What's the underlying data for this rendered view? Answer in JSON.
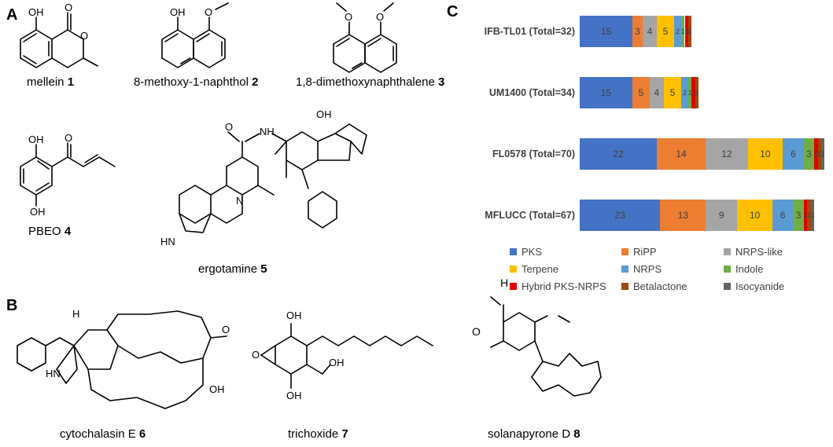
{
  "panels": {
    "a": "A",
    "b": "B",
    "c": "C"
  },
  "compounds": [
    {
      "name": "mellein ",
      "num": "1"
    },
    {
      "name": "8-methoxy-1-naphthol ",
      "num": "2"
    },
    {
      "name": "1,8-dimethoxynaphthalene ",
      "num": "3"
    },
    {
      "name": "PBEO ",
      "num": "4"
    },
    {
      "name": "ergotamine ",
      "num": "5"
    },
    {
      "name": "cytochalasin E ",
      "num": "6"
    },
    {
      "name": "trichoxide ",
      "num": "7"
    },
    {
      "name": "solanapyrone D ",
      "num": "8"
    }
  ],
  "atom_labels": {
    "oh": "OH",
    "o": "O",
    "h": "H",
    "n": "N",
    "nh": "NH",
    "hn": "HN"
  },
  "chart_data": {
    "type": "bar",
    "orientation": "horizontal",
    "stacked": true,
    "categories": [
      "IFB-TL01 (Total=32)",
      "UM1400 (Total=34)",
      "FL0578 (Total=70)",
      "MFLUCC (Total=67)"
    ],
    "series": [
      {
        "name": "PKS",
        "color": "#4472C4",
        "values": [
          15,
          15,
          22,
          23
        ]
      },
      {
        "name": "RiPP",
        "color": "#ED7D31",
        "values": [
          3,
          5,
          14,
          13
        ]
      },
      {
        "name": "NRPS-like",
        "color": "#A5A5A5",
        "values": [
          4,
          4,
          12,
          9
        ]
      },
      {
        "name": "Terpene",
        "color": "#FFC000",
        "values": [
          5,
          5,
          10,
          10
        ]
      },
      {
        "name": "NRPS",
        "color": "#5B9BD5",
        "values": [
          2,
          2,
          6,
          6
        ]
      },
      {
        "name": "Indole",
        "color": "#70AD47",
        "values": [
          1,
          1,
          3,
          3
        ]
      },
      {
        "name": "Hybrid PKS-NRPS",
        "color": "#E00000",
        "values": [
          1,
          1,
          1,
          1
        ]
      },
      {
        "name": "Betalactone",
        "color": "#9E480E",
        "values": [
          1,
          1,
          1,
          1
        ]
      },
      {
        "name": "Isocyanide",
        "color": "#636363",
        "values": [
          0,
          0,
          1,
          1
        ]
      }
    ],
    "legend_position": "bottom"
  }
}
